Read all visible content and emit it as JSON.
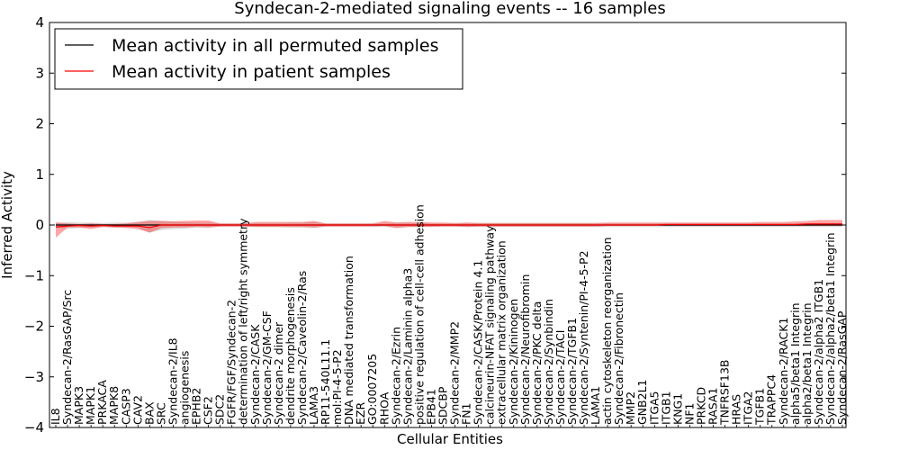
{
  "chart_data": {
    "type": "line",
    "title": "Syndecan-2-mediated signaling events -- 16 samples",
    "xlabel": "Cellular Entities",
    "ylabel": "Inferred Activity",
    "ylim": [
      -4,
      4
    ],
    "yticks": [
      4,
      3,
      2,
      1,
      0,
      -1,
      -2,
      -3,
      -4
    ],
    "legend_position": "top-left",
    "categories": [
      "IL8",
      "Syndecan-2/RasGAP/Src",
      "MAPK3",
      "MAPK1",
      "PRKACA",
      "MAPK8",
      "CASP3",
      "CAV2",
      "BAX",
      "SRC",
      "Syndecan-2/IL8",
      "angiogenesis",
      "EPHB2",
      "CSF2",
      "SDC2",
      "FGFR/FGF/Syndecan-2",
      "determination of left/right symmetry",
      "Syndecan-2/CASK",
      "Syndecan-2/GM-CSF",
      "Syndecan-2 dimer",
      "dendrite morphogenesis",
      "Syndecan-2/Caveolin-2/Ras",
      "LAMA3",
      "RP11-540L11.1",
      "mol:PI-4-5-P2",
      "DNA mediated transformation",
      "EZR",
      "GO:0007205",
      "RHOA",
      "Syndecan-2/Ezrin",
      "Syndecan-2/Laminin alpha3",
      "positive regulation of cell-cell adhesion",
      "EPB41",
      "SDCBP",
      "Syndecan-2/MMP2",
      "FN1",
      "Syndecan-2/CASK/Protein 4.1",
      "calcineurin-NFAT signaling pathway",
      "extracellular matrix organization",
      "Syndecan-2/Kininogen",
      "Syndecan-2/Neurofibromin",
      "Syndecan-2/PKC delta",
      "Syndecan-2/Synbindin",
      "Syndecan-2/TACI",
      "Syndecan-2/TGFB1",
      "Syndecan-2/Syntenin/PI-4-5-P2",
      "LAMA1",
      "actin cytoskeleton reorganization",
      "Syndecan-2/Fibronectin",
      "MMP2",
      "GNB2L1",
      "ITGA5",
      "ITGB1",
      "KNG1",
      "NF1",
      "PRKCD",
      "RASA1",
      "TNFRSF13B",
      "HRAS",
      "ITGA2",
      "TGFB1",
      "TRAPPC4",
      "Syndecan-2/RACK1",
      "alpha5/beta1 Integrin",
      "alpha2/beta1 Integrin",
      "Syndecan-2/alpha2 ITGB1",
      "Syndecan-2/alpha2/beta1 Integrin",
      "Syndecan-2/RasGAP"
    ],
    "series": [
      {
        "name": "Mean activity in all permuted samples",
        "color": "#000000",
        "values": [
          0.0,
          0.0,
          0.0,
          0.0,
          0.0,
          0.0,
          0.0,
          0.0,
          0.0,
          0.0,
          0.0,
          0.0,
          0.0,
          0.0,
          0.0,
          0.0,
          0.0,
          0.0,
          0.0,
          0.0,
          0.0,
          0.0,
          0.0,
          0.0,
          0.0,
          0.0,
          0.0,
          0.0,
          0.0,
          0.0,
          0.0,
          0.0,
          0.0,
          0.0,
          0.0,
          0.0,
          0.0,
          0.0,
          0.0,
          0.0,
          0.0,
          0.0,
          0.0,
          0.0,
          0.0,
          0.0,
          0.0,
          0.0,
          0.0,
          0.0,
          0.0,
          0.0,
          0.0,
          0.0,
          0.0,
          0.0,
          0.0,
          0.0,
          0.0,
          0.0,
          0.0,
          0.0,
          0.0,
          0.0,
          0.0,
          0.0,
          0.0,
          0.0
        ],
        "band_low": [
          -0.05,
          -0.08,
          -0.06,
          -0.05,
          -0.04,
          -0.05,
          -0.05,
          -0.06,
          -0.15,
          -0.1,
          -0.08,
          -0.07,
          -0.05,
          -0.05,
          -0.03,
          -0.03,
          -0.03,
          -0.04,
          -0.04,
          -0.04,
          -0.05,
          -0.05,
          -0.06,
          -0.03,
          -0.03,
          -0.03,
          -0.03,
          -0.03,
          -0.04,
          -0.05,
          -0.04,
          -0.04,
          -0.03,
          -0.03,
          -0.03,
          -0.04,
          -0.04,
          -0.04,
          -0.04,
          -0.04,
          -0.04,
          -0.04,
          -0.04,
          -0.04,
          -0.04,
          -0.04,
          -0.04,
          -0.04,
          -0.04,
          -0.04,
          -0.04,
          -0.04,
          -0.04,
          -0.04,
          -0.04,
          -0.04,
          -0.04,
          -0.04,
          -0.04,
          -0.04,
          -0.04,
          -0.04,
          -0.04,
          -0.04,
          -0.04,
          -0.04,
          -0.04,
          -0.04
        ],
        "band_high": [
          0.05,
          0.06,
          0.05,
          0.05,
          0.04,
          0.05,
          0.05,
          0.06,
          0.1,
          0.08,
          0.07,
          0.06,
          0.05,
          0.05,
          0.03,
          0.03,
          0.03,
          0.04,
          0.04,
          0.04,
          0.05,
          0.05,
          0.06,
          0.03,
          0.03,
          0.03,
          0.03,
          0.03,
          0.04,
          0.05,
          0.04,
          0.04,
          0.03,
          0.03,
          0.03,
          0.04,
          0.04,
          0.04,
          0.04,
          0.04,
          0.04,
          0.04,
          0.04,
          0.04,
          0.04,
          0.04,
          0.04,
          0.04,
          0.04,
          0.04,
          0.04,
          0.04,
          0.04,
          0.04,
          0.04,
          0.04,
          0.04,
          0.04,
          0.04,
          0.04,
          0.04,
          0.04,
          0.04,
          0.04,
          0.04,
          0.04,
          0.04,
          0.04
        ]
      },
      {
        "name": "Mean activity in patient samples",
        "color": "#ff0000",
        "values": [
          -0.04,
          -0.02,
          -0.01,
          -0.02,
          -0.01,
          -0.02,
          -0.02,
          -0.02,
          -0.05,
          0.0,
          0.0,
          0.0,
          0.0,
          0.0,
          0.0,
          0.0,
          0.0,
          0.0,
          0.0,
          0.0,
          0.0,
          0.0,
          0.0,
          0.0,
          0.0,
          0.0,
          0.0,
          0.0,
          0.0,
          0.0,
          0.0,
          0.0,
          0.0,
          0.0,
          0.0,
          0.0,
          0.0,
          0.0,
          0.0,
          0.0,
          0.0,
          0.0,
          0.0,
          0.0,
          0.0,
          0.0,
          0.0,
          0.0,
          0.0,
          0.0,
          0.0,
          0.0,
          0.01,
          0.01,
          0.01,
          0.01,
          0.01,
          0.01,
          0.01,
          0.01,
          0.01,
          0.01,
          0.01,
          0.01,
          0.02,
          0.02,
          0.02,
          0.02
        ],
        "band_low": [
          -0.25,
          -0.05,
          -0.05,
          -0.08,
          -0.04,
          -0.05,
          -0.06,
          -0.08,
          -0.15,
          -0.06,
          -0.05,
          -0.05,
          -0.04,
          -0.05,
          -0.03,
          -0.03,
          -0.03,
          -0.04,
          -0.04,
          -0.04,
          -0.04,
          -0.04,
          -0.05,
          -0.03,
          -0.03,
          -0.03,
          -0.03,
          -0.03,
          -0.02,
          -0.06,
          -0.04,
          -0.04,
          -0.04,
          -0.03,
          -0.03,
          -0.04,
          -0.03,
          -0.03,
          -0.03,
          -0.03,
          -0.03,
          -0.03,
          -0.03,
          -0.03,
          -0.03,
          -0.03,
          -0.03,
          -0.02,
          -0.02,
          -0.02,
          -0.02,
          -0.02,
          -0.02,
          -0.02,
          -0.02,
          -0.02,
          -0.02,
          -0.02,
          -0.02,
          -0.02,
          -0.02,
          -0.02,
          -0.02,
          -0.02,
          -0.02,
          -0.02,
          -0.02,
          -0.02
        ],
        "band_high": [
          0.05,
          0.03,
          0.02,
          0.03,
          0.02,
          0.02,
          0.03,
          0.06,
          0.08,
          0.08,
          0.07,
          0.08,
          0.09,
          0.09,
          0.03,
          0.03,
          0.03,
          0.06,
          0.06,
          0.06,
          0.06,
          0.06,
          0.08,
          0.03,
          0.03,
          0.03,
          0.03,
          0.03,
          0.08,
          0.05,
          0.06,
          0.06,
          0.05,
          0.05,
          0.04,
          0.05,
          0.04,
          0.04,
          0.04,
          0.04,
          0.04,
          0.04,
          0.04,
          0.04,
          0.04,
          0.04,
          0.04,
          0.05,
          0.05,
          0.05,
          0.05,
          0.05,
          0.05,
          0.05,
          0.05,
          0.05,
          0.05,
          0.05,
          0.05,
          0.05,
          0.06,
          0.06,
          0.06,
          0.07,
          0.08,
          0.1,
          0.1,
          0.1
        ]
      }
    ]
  }
}
